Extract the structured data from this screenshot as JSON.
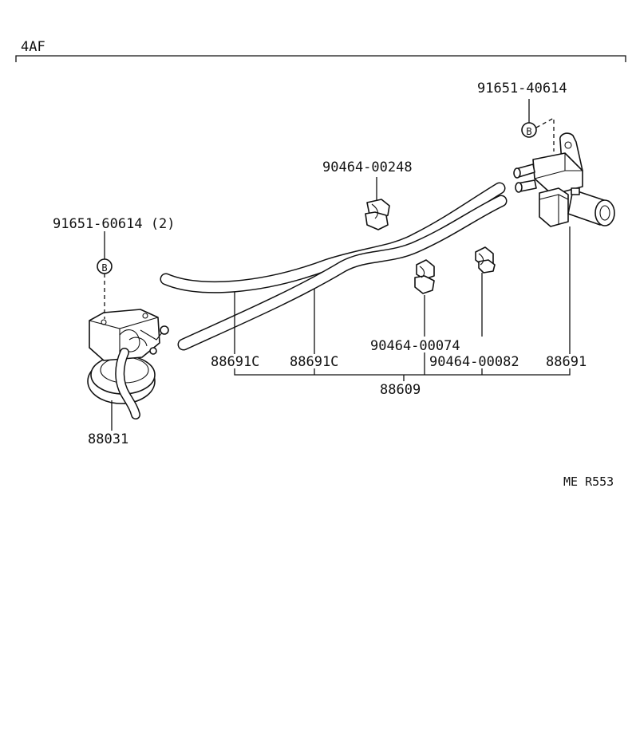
{
  "header": {
    "model_code": "4AF"
  },
  "parts": {
    "bolt_valve": "91651-40614",
    "bolt_actuator": "91651-60614 (2)",
    "clip_top": "90464-00248",
    "clip_mid": "90464-00074",
    "clip_right": "90464-00082",
    "hose_a": "88691C",
    "hose_b": "88691C",
    "hose_c": "88691",
    "hose_set": "88609",
    "actuator": "88031"
  },
  "markers": {
    "bolt_symbol": "B"
  },
  "footer": {
    "ref_code": "ME R553"
  },
  "icons": {
    "actuator": "vacuum-actuator-icon",
    "valve": "vsv-valve-icon",
    "clip": "hose-clip-icon",
    "hose": "vacuum-hose-icon"
  }
}
